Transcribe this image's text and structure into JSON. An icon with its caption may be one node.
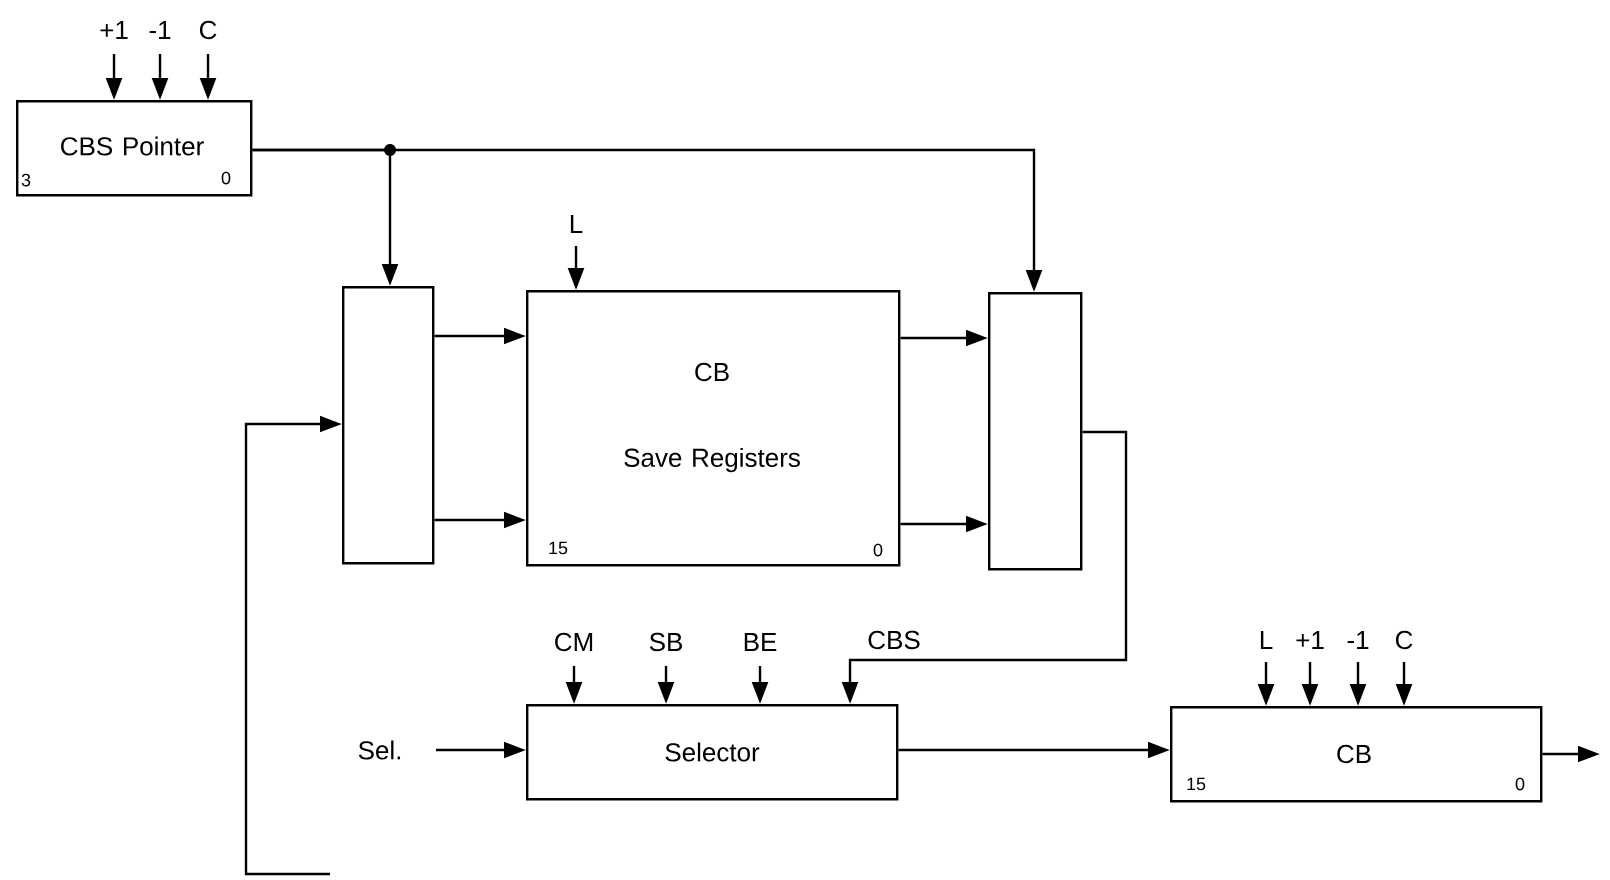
{
  "diagram": {
    "nodes": [
      {
        "text": [
          "CBS Pointer",
          "3",
          "0"
        ]
      },
      {
        "text": [],
        "shape": "box"
      },
      {
        "text": [
          "CB",
          "Save Registers",
          "15",
          "0"
        ]
      },
      {
        "text": [],
        "shape": "box"
      },
      {
        "text": [
          "Selector"
        ]
      },
      {
        "text": [
          "CB",
          "15",
          "0"
        ]
      }
    ],
    "edges": [
      {
        "from": 0,
        "to": 1,
        "arrow": "to"
      },
      {
        "from": 0,
        "to": 3,
        "arrow": "to"
      },
      {
        "from": 1,
        "to": 2,
        "arrow": "to"
      },
      {
        "from": 1,
        "to": 2,
        "arrow": "to"
      },
      {
        "from": 2,
        "to": 3,
        "arrow": "to"
      },
      {
        "from": 2,
        "to": 3,
        "arrow": "to"
      },
      {
        "from": 3,
        "to": 4,
        "arrow": "to",
        "label": "CBS"
      },
      {
        "from": 4,
        "to": 5,
        "arrow": "to"
      },
      {
        "from": 5,
        "to": null,
        "arrow": "to"
      },
      {
        "from": null,
        "to": 1,
        "arrow": "to"
      },
      {
        "from": null,
        "to": 0,
        "arrow": "to",
        "label": "+1"
      },
      {
        "from": null,
        "to": 0,
        "arrow": "to",
        "label": "-1"
      },
      {
        "from": null,
        "to": 0,
        "arrow": "to",
        "label": "C"
      },
      {
        "from": null,
        "to": 2,
        "arrow": "to",
        "label": "L"
      },
      {
        "from": null,
        "to": 4,
        "arrow": "to",
        "label": "CM"
      },
      {
        "from": null,
        "to": 4,
        "arrow": "to",
        "label": "SB"
      },
      {
        "from": null,
        "to": 4,
        "arrow": "to",
        "label": "BE"
      },
      {
        "from": null,
        "to": 4,
        "arrow": "to",
        "label": "Sel."
      },
      {
        "from": null,
        "to": 5,
        "arrow": "to",
        "label": "L"
      },
      {
        "from": null,
        "to": 5,
        "arrow": "to",
        "label": "+1"
      },
      {
        "from": null,
        "to": 5,
        "arrow": "to",
        "label": "-1"
      },
      {
        "from": null,
        "to": 5,
        "arrow": "to",
        "label": "C"
      }
    ]
  }
}
